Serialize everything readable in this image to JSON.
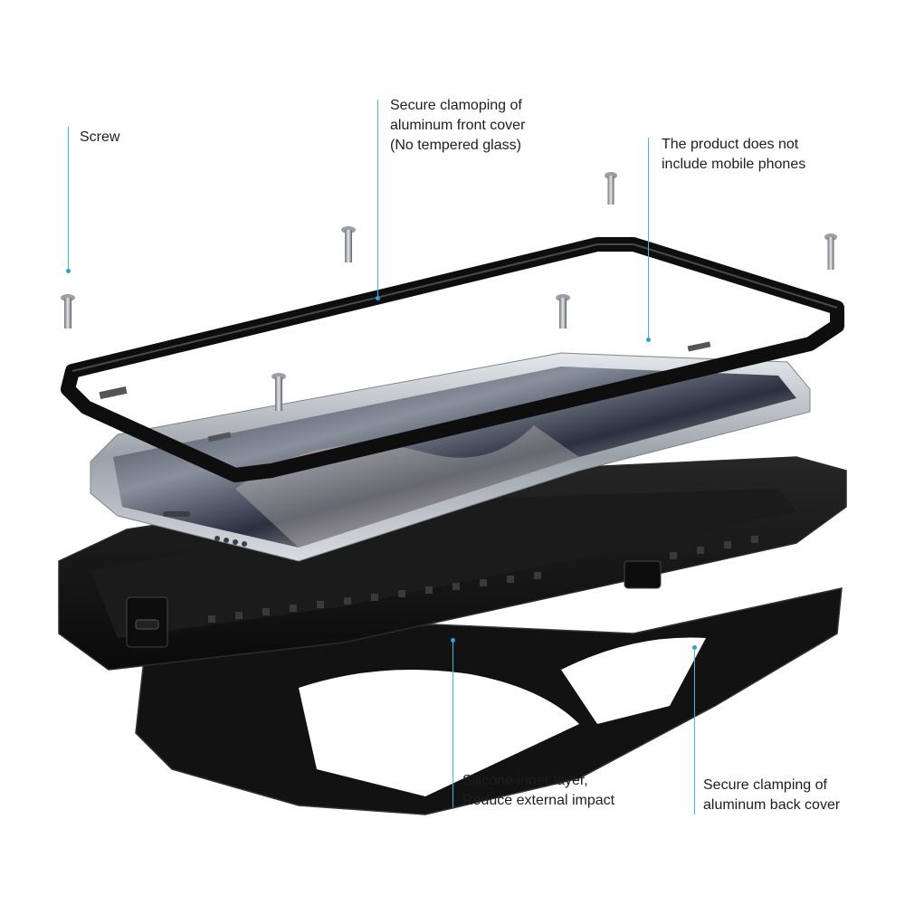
{
  "colors": {
    "leader_line": "#4ab0e0",
    "leader_dot": "#2f9fd8",
    "metal_black": "#111111",
    "phone_silver": "#c9ced4"
  },
  "callouts": {
    "screw": {
      "lines": [
        "Screw"
      ]
    },
    "front_cover": {
      "lines": [
        "Secure clamoping of",
        "aluminum front cover",
        "(No tempered glass)"
      ]
    },
    "no_phone": {
      "lines": [
        "The product does not",
        "include mobile phones"
      ]
    },
    "silicone": {
      "lines": [
        "Silicone inner layer,",
        "Reduce external impact"
      ]
    },
    "back_cover": {
      "lines": [
        "Secure clamping of",
        "aluminum back cover"
      ]
    }
  }
}
